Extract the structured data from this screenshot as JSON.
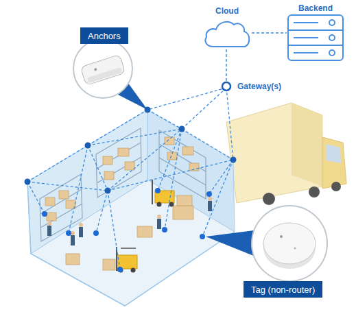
{
  "diagram": {
    "nodes": [
      {
        "text": [
          "Cloud"
        ]
      },
      {
        "text": [
          "Backend"
        ]
      },
      {
        "text": [
          "Anchors"
        ]
      },
      {
        "text": [
          "Gateway(s)"
        ]
      },
      {
        "text": [
          "Tag (non-router)"
        ]
      }
    ],
    "edges": [
      {
        "from": 3,
        "to": 0,
        "arrow": "none"
      },
      {
        "from": 0,
        "to": 1,
        "arrow": "none"
      }
    ]
  }
}
